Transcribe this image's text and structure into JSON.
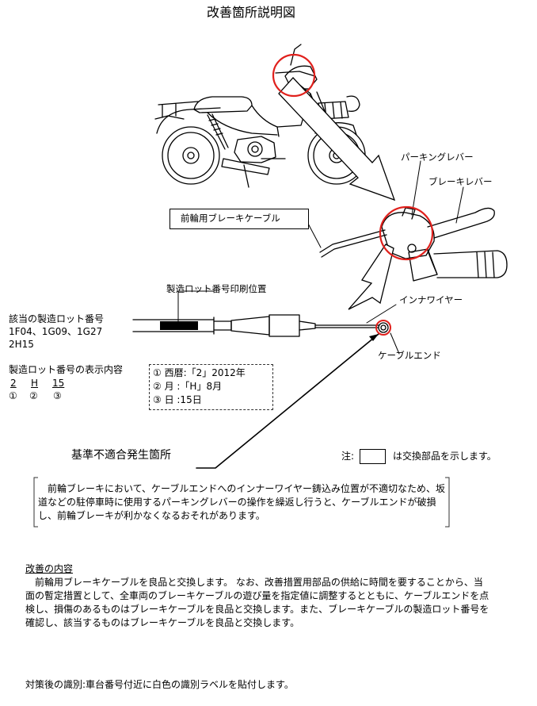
{
  "title": "改善箇所説明図",
  "labels": {
    "parking_lever": "パーキングレバー",
    "brake_lever": "ブレーキレバー",
    "front_cable": "前輪用ブレーキケーブル",
    "lot_print_pos": "製造ロット番号印刷位置",
    "inner_wire": "インナワイヤー",
    "cable_end": "ケーブルエンド"
  },
  "lot": {
    "heading": "該当の製造ロット番号",
    "codes_line1": "1F04、1G09、1G27",
    "codes_line2": "2H15"
  },
  "display": {
    "heading": "製造ロット番号の表示内容",
    "v1": "2",
    "v2": "H",
    "v3": "15",
    "n1": "①",
    "n2": "②",
    "n3": "③"
  },
  "legend": {
    "l1": "① 西暦:「2」2012年",
    "l2": "② 月 :「H」8月",
    "l3": "③ 日 :15日"
  },
  "site_label": "基準不適合発生箇所",
  "note": {
    "prefix": "注:",
    "suffix": "は交換部品を示します。"
  },
  "defect": {
    "line1": "前輪ブレーキにおいて、ケーブルエンドへのインナーワイヤー鋳込み位置が不適切なため、坂",
    "line2": "道などの駐停車時に使用するパーキングレバーの操作を繰返し行うと、ケーブルエンドが破損",
    "line3": "し、前輪ブレーキが利かなくなるおそれがあります。"
  },
  "improvement": {
    "heading": "改善の内容",
    "line1": "前輪用ブレーキケーブルを良品と交換します。 なお、改善措置用部品の供給に時間を要することから、当",
    "line2": "面の暫定措置として、全車両のブレーキケーブルの遊び量を指定値に調整するとともに、ケーブルエンドを点",
    "line3": "検し、損傷のあるものはブレーキケーブルを良品と交換します。また、ブレーキケーブルの製造ロット番号を",
    "line4": "確認し、該当するものはブレーキケーブルを良品と交換します。"
  },
  "footer": "対策後の識別:車台番号付近に白色の識別ラベルを貼付します。",
  "colors": {
    "highlight_circle": "#e0201c",
    "line": "#000000",
    "arrow_fill": "#ffffff",
    "lot_marker": "#000000"
  }
}
